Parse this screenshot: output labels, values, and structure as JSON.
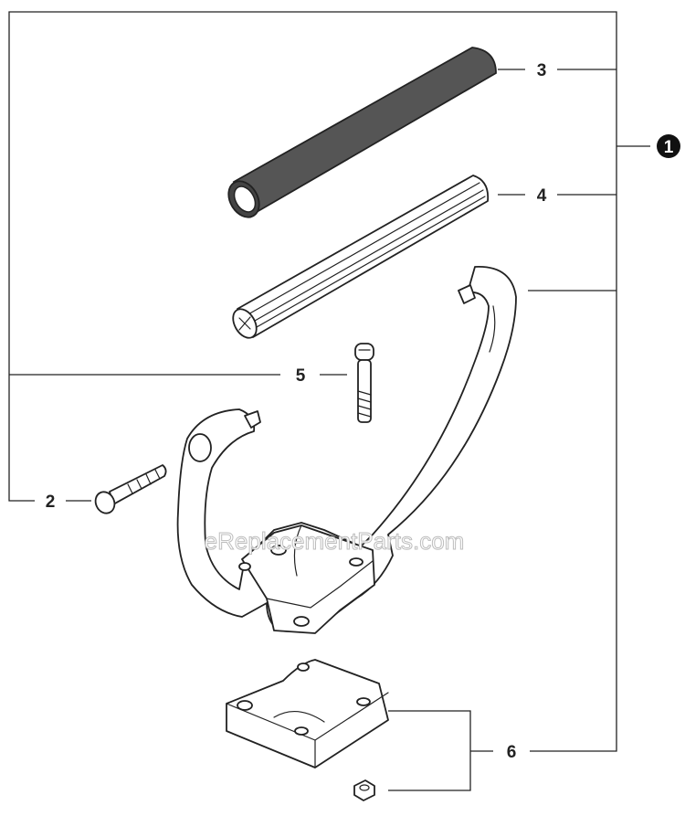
{
  "watermark": "eReplacementParts.com",
  "kit": {
    "number": "1",
    "color": "#111111"
  },
  "callouts": [
    {
      "number": "2",
      "part": "screw"
    },
    {
      "number": "3",
      "part": "grip-tube"
    },
    {
      "number": "4",
      "part": "handle-shaft"
    },
    {
      "number": "5",
      "part": "bolt"
    },
    {
      "number": "6",
      "part": "handle-clamp"
    }
  ]
}
